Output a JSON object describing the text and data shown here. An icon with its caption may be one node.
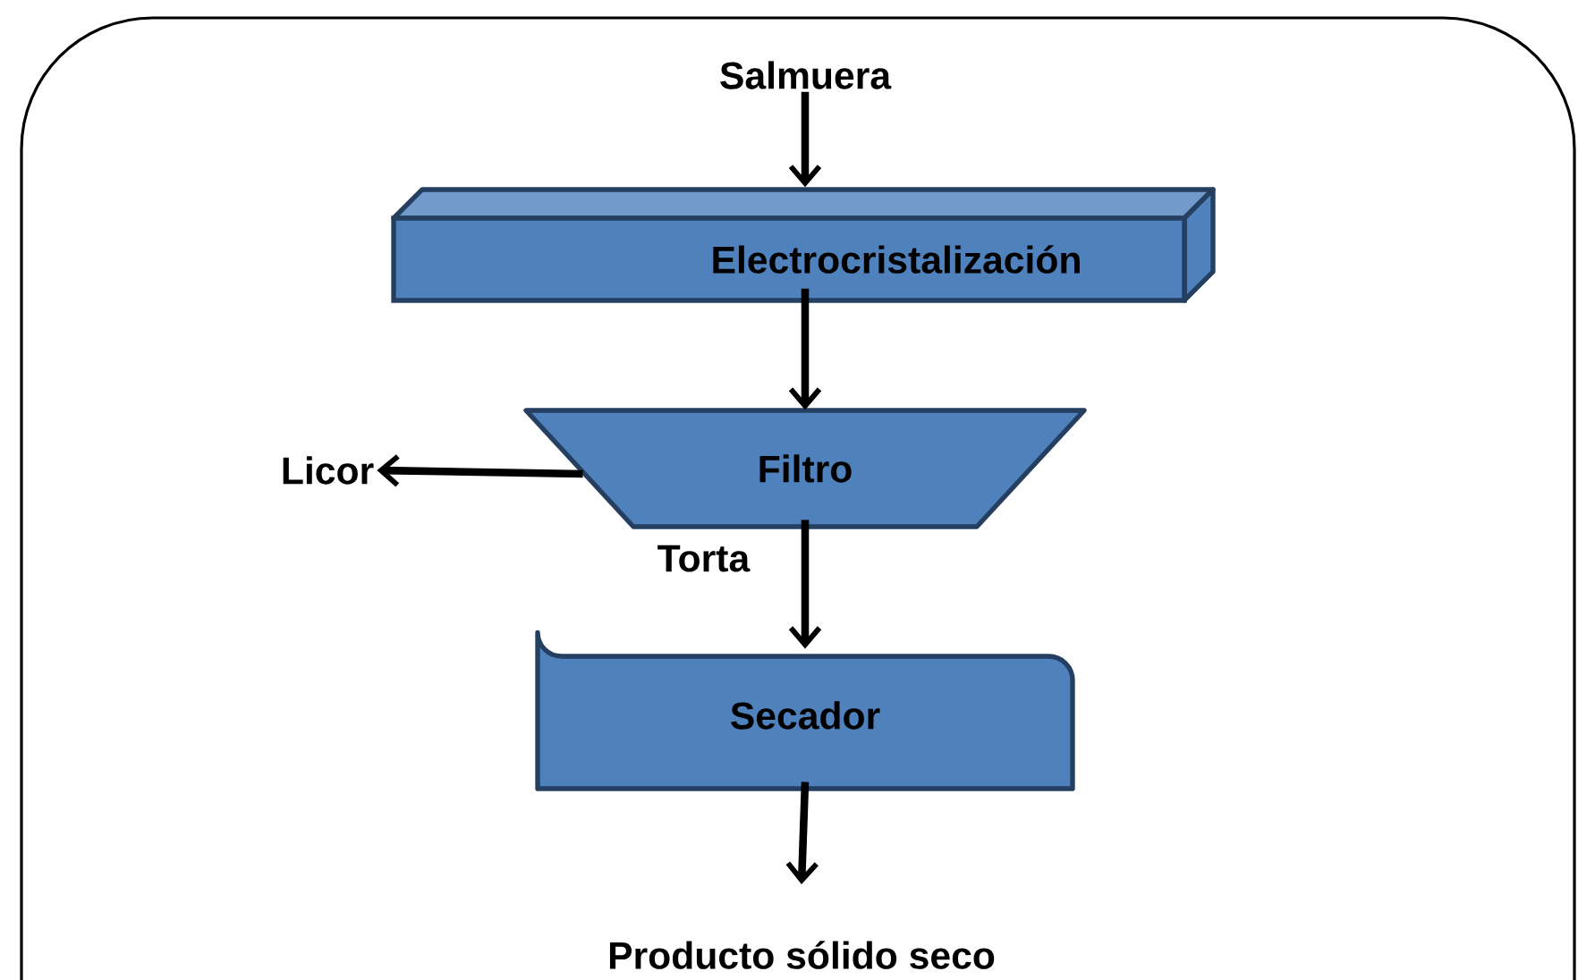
{
  "diagram": {
    "nodes": [
      {
        "text": [
          "Salmuera"
        ]
      },
      {
        "text": [
          "Electrocristalización"
        ]
      },
      {
        "text": [
          "Filtro"
        ]
      },
      {
        "text": [
          "Licor"
        ]
      },
      {
        "text": [
          "Secador"
        ]
      },
      {
        "text": [
          "Producto sólido seco"
        ]
      }
    ],
    "edges": [
      {
        "from": 0,
        "to": 1,
        "arrow": "to"
      },
      {
        "from": 1,
        "to": 2,
        "arrow": "to"
      },
      {
        "from": 2,
        "to": 3,
        "arrow": "to"
      },
      {
        "from": 2,
        "to": 4,
        "arrow": "to",
        "label": "Torta"
      },
      {
        "from": 4,
        "to": 5,
        "arrow": "to"
      }
    ]
  }
}
